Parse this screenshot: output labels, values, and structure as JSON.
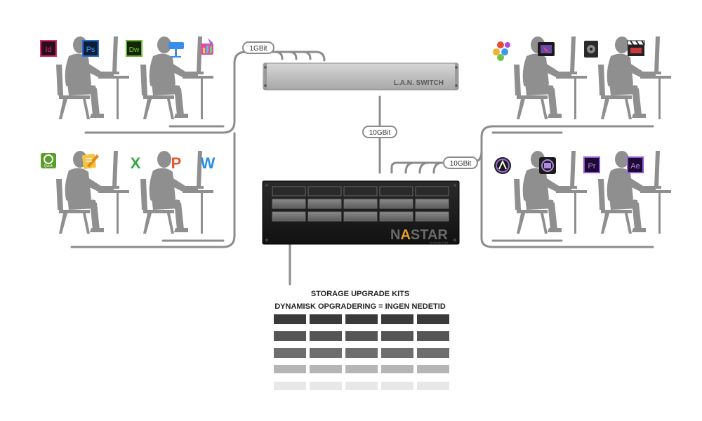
{
  "labels": {
    "lan_speed": "1GBit",
    "uplink_speed": "10GBit",
    "nas_speed": "10GBit",
    "switch_label": "L.A.N. SWITCH",
    "nas_brand_a": "N",
    "nas_brand_accent": "A",
    "nas_brand_b": "STAR",
    "nas_sub": "by Nordic Data",
    "caption_line1": "STORAGE UPGRADE KITS",
    "caption_line2": "DYNAMISK OPGRADERING = INGEN NEDETID"
  },
  "app_icons": {
    "ws1": [
      {
        "name": "indesign-icon",
        "text": "Id"
      },
      {
        "name": "photoshop-icon",
        "text": "Ps"
      }
    ],
    "ws2": [
      {
        "name": "dreamweaver-icon",
        "text": "Dw"
      },
      {
        "name": "keynote-icon",
        "text": ""
      },
      {
        "name": "numbers-icon",
        "text": ""
      }
    ],
    "ws3": [
      {
        "name": "quicktime-icon",
        "text": "Quick"
      },
      {
        "name": "pages-icon",
        "text": ""
      }
    ],
    "ws4": [
      {
        "name": "excel-icon",
        "text": "X"
      },
      {
        "name": "powerpoint-icon",
        "text": "P"
      },
      {
        "name": "word-icon",
        "text": "W"
      }
    ],
    "ws5": [
      {
        "name": "davinci-resolve-icon",
        "text": ""
      },
      {
        "name": "final-cut-pro-icon",
        "text": ""
      }
    ],
    "ws6": [
      {
        "name": "compressor-icon",
        "text": ""
      },
      {
        "name": "motion-clapper-icon",
        "text": ""
      }
    ],
    "ws7": [
      {
        "name": "avid-icon",
        "text": ""
      },
      {
        "name": "media-composer-icon",
        "text": ""
      }
    ],
    "ws8": [
      {
        "name": "premiere-pro-icon",
        "text": "Pr"
      },
      {
        "name": "after-effects-icon",
        "text": "Ae"
      }
    ]
  },
  "colors": {
    "line": "#8c8c8c",
    "person": "#8f8f8f",
    "indesign": "#d3307a",
    "photoshop": "#2d6fd3",
    "dreamweaver": "#6fb83a",
    "premiere": "#8e5ad8",
    "after_effects": "#8e5ad8",
    "nas_accent": "#e8a21a"
  }
}
